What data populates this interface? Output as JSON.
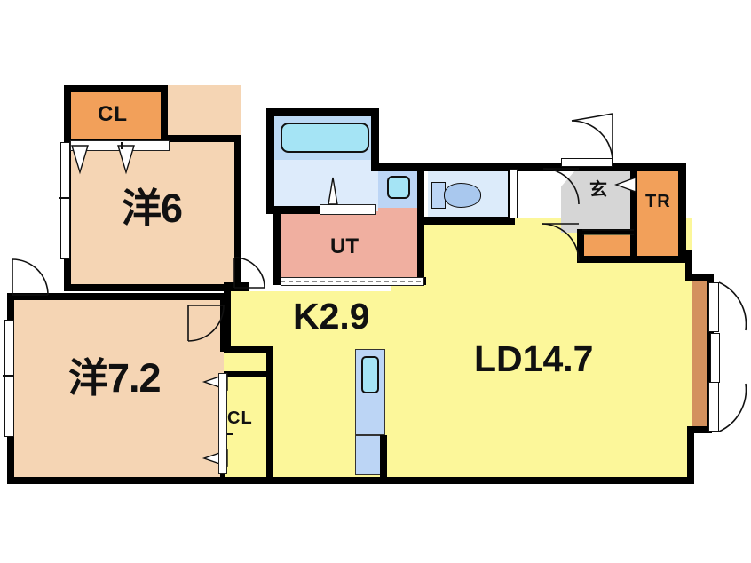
{
  "plan": {
    "title": "apartment-floor-plan",
    "unit_label": "",
    "colors": {
      "wall": "#000000",
      "bedroom_floor": "#F5D5B4",
      "living_floor": "#FCF79A",
      "kitchen_floor": "#FCF79A",
      "utility_floor": "#F0AFA0",
      "bath_floor": "#DDEBFB",
      "bathtub": "#A5E4F5",
      "toilet_floor": "#DCEBFA",
      "closet": "#F2A05A",
      "entrance_floor": "#D6D6D6",
      "balcony": "#D3915E",
      "sink_counter": "#BCD5F5",
      "sink_basin": "#AFE8F7",
      "white": "#FFFFFF"
    },
    "rooms": [
      {
        "id": "washitsu-6",
        "label": "洋6",
        "area": "6",
        "type": "bedroom"
      },
      {
        "id": "washitsu-72",
        "label": "洋7.2",
        "area": "7.2",
        "type": "bedroom"
      },
      {
        "id": "kitchen",
        "label": "K2.9",
        "area": "2.9",
        "type": "kitchen"
      },
      {
        "id": "living",
        "label": "LD14.7",
        "area": "14.7",
        "type": "living-dining"
      },
      {
        "id": "utility",
        "label": "UT",
        "area": "",
        "type": "utility"
      },
      {
        "id": "entrance",
        "label": "玄",
        "area": "",
        "type": "entrance"
      }
    ],
    "storage": [
      {
        "id": "closet-bedroom6",
        "label": "CL"
      },
      {
        "id": "closet-bedroom72",
        "label": "CL"
      },
      {
        "id": "storage-tr",
        "label": "TR"
      }
    ],
    "fixtures": [
      {
        "id": "bathtub",
        "label": ""
      },
      {
        "id": "vanity-sink",
        "label": ""
      },
      {
        "id": "toilet",
        "label": ""
      },
      {
        "id": "kitchen-sink",
        "label": ""
      },
      {
        "id": "shoe-box",
        "label": ""
      }
    ]
  }
}
